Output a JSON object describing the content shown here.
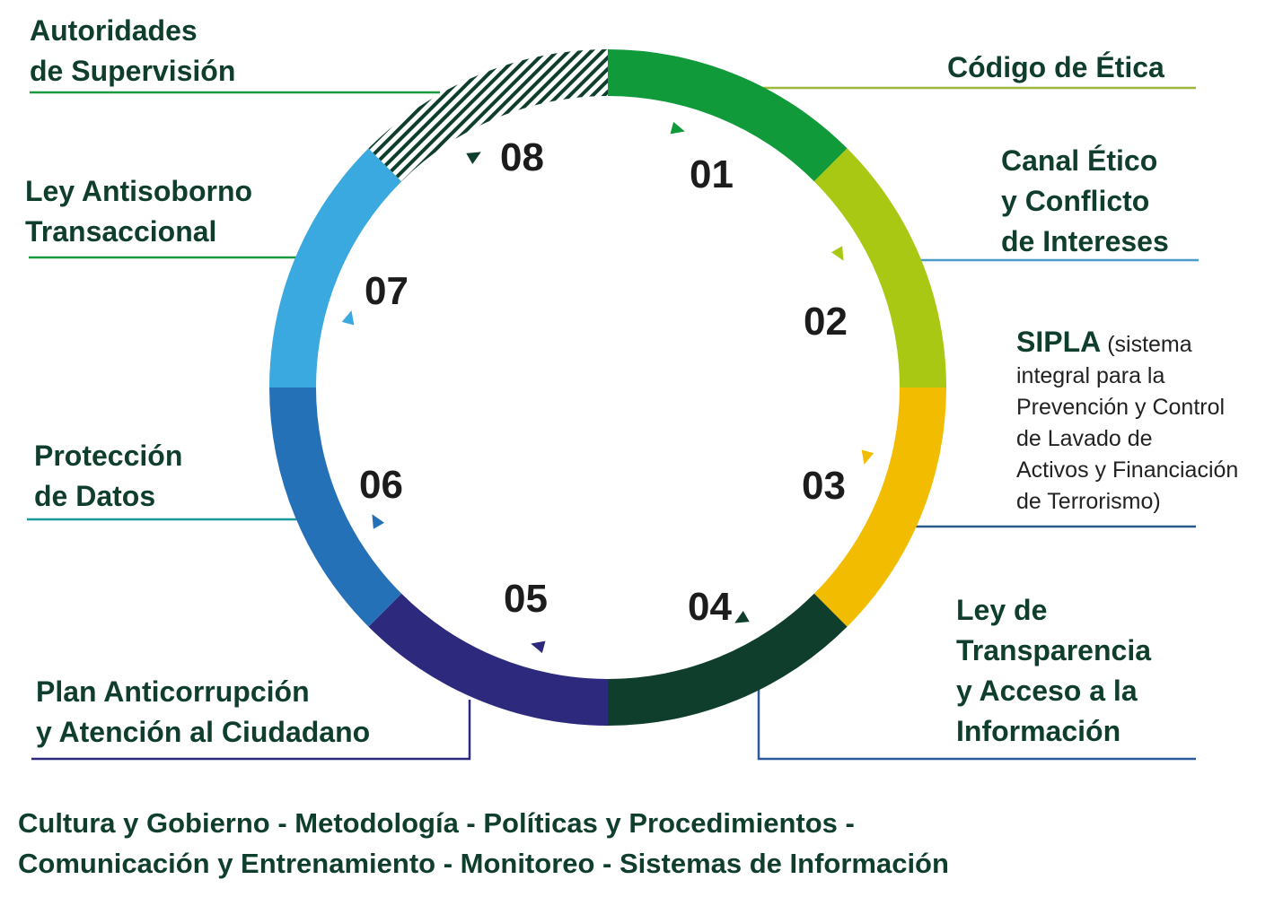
{
  "segments": [
    {
      "number": "01",
      "label_lines": [
        "Código de Ética"
      ],
      "color": "#119a3a"
    },
    {
      "number": "02",
      "label_lines": [
        "Canal Ético",
        "y Conflicto",
        "de Intereses"
      ],
      "color": "#a8c813"
    },
    {
      "number": "03",
      "title": "SIPLA",
      "label_lines": [
        "(sistema",
        "integral para la",
        "Prevención y Control",
        "de Lavado de",
        "Activos y Financiación",
        "de Terrorismo)"
      ],
      "color": "#f2bc00"
    },
    {
      "number": "04",
      "label_lines": [
        "Ley de",
        "Transparencia",
        "y Acceso a la",
        "Información"
      ],
      "color": "#0f3f2c"
    },
    {
      "number": "05",
      "label_lines": [
        "Plan Anticorrupción",
        "y Atención al Ciudadano"
      ],
      "color": "#2d2a7e"
    },
    {
      "number": "06",
      "label_lines": [
        "Protección",
        "de Datos"
      ],
      "color": "#2571b8"
    },
    {
      "number": "07",
      "label_lines": [
        "Ley Antisoborno",
        "Transaccional"
      ],
      "color": "#3aa9e0"
    },
    {
      "number": "08",
      "label_lines": [
        "Autoridades",
        "de Supervisión"
      ],
      "color": "#0f3f2c"
    }
  ],
  "footer_lines": [
    "Cultura y Gobierno - Metodología - Políticas y Procedimientos -",
    "Comunicación y Entrenamiento - Monitoreo - Sistemas de Información"
  ],
  "leader_colors": {
    "l01": "#9db83a",
    "l02": "#4a9cc9",
    "l03": "#2a5a8a",
    "l04": "#2a5a9a",
    "l05": "#2d2a7e",
    "l06": "#1a9a9a",
    "l07": "#1a9a40",
    "l08": "#1a9a40"
  }
}
